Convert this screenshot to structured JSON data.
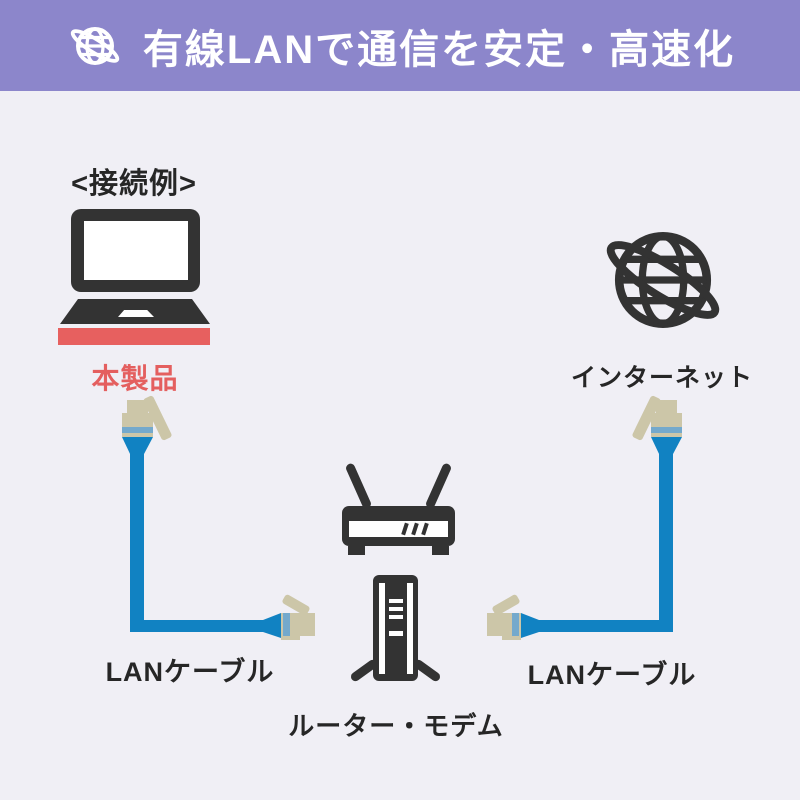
{
  "header": {
    "title": "有線LANで通信を安定・高速化",
    "icon": "globe-orbit-icon",
    "bg_color": "#8c86cb",
    "text_color": "#ffffff"
  },
  "labels": {
    "example": "<接続例>",
    "product": "本製品",
    "internet": "インターネット",
    "cable_left": "LANケーブル",
    "cable_right": "LANケーブル",
    "router_modem": "ルーター・モデム"
  },
  "icons": {
    "header_icon": "globe-orbit-icon",
    "internet_icon": "globe-orbit-icon"
  },
  "colors": {
    "background": "#f0eff5",
    "banner_purple": "#8c86cb",
    "device_dark": "#333333",
    "product_red": "#e7605f",
    "product_text_red": "#e45f5f",
    "cable_blue": "#1182c2",
    "connector_tan": "#ccc6a8",
    "connector_stripe_blue": "#74a9cc",
    "label_dark": "#262626"
  }
}
